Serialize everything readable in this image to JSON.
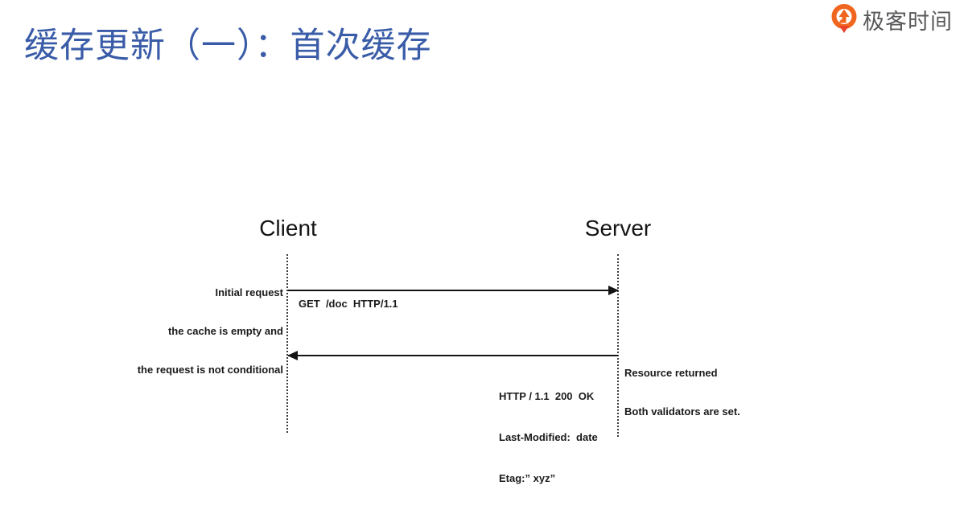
{
  "slide": {
    "title": "缓存更新（一）：首次缓存"
  },
  "brand": {
    "name": "极客时间"
  },
  "diagram": {
    "client": "Client",
    "server": "Server",
    "request": {
      "note1": "Initial request",
      "note2": "the cache is empty and",
      "note3": "the request is not conditional",
      "message": "GET  /doc  HTTP/1.1"
    },
    "response": {
      "msg1": "HTTP / 1.1  200  OK",
      "msg2": "Last-Modified:  date",
      "msg3": "Etag:” xyz”",
      "note1": "Resource returned",
      "note2": "Both validators are set."
    }
  },
  "colors": {
    "title_blue": "#3a5ca8",
    "brand_orange": "#f1661f",
    "brand_orange_dark": "#e8432b",
    "brand_text_gray": "#58595b",
    "diagram_ink": "#141414"
  }
}
